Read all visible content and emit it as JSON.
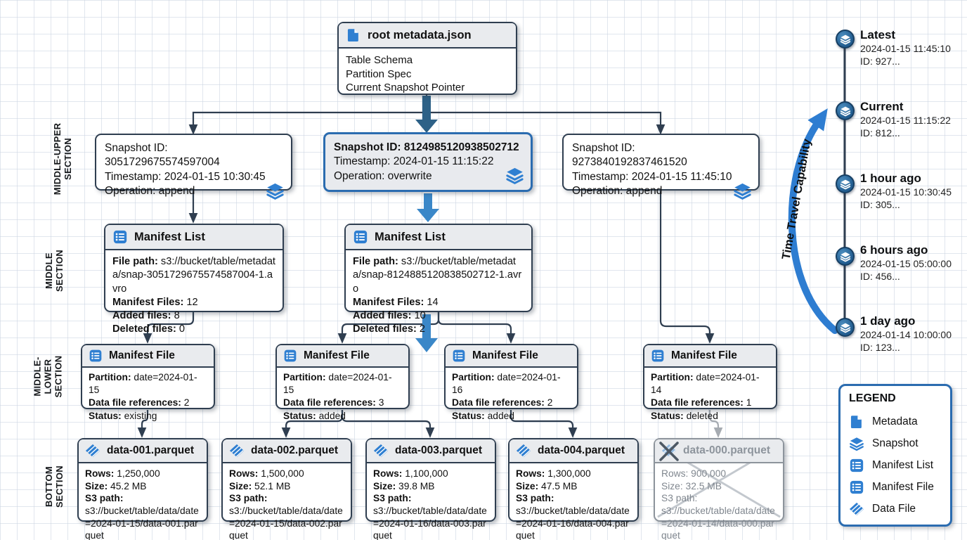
{
  "sections": [
    {
      "text": "MIDDLE-UPPER\nSECTION"
    },
    {
      "text": "MIDDLE\nSECTION"
    },
    {
      "text": "MIDDLE-\nLOWER\nSECTION"
    },
    {
      "text": "BOTTOM\nSECTION"
    }
  ],
  "root_metadata": {
    "title": "root metadata.json",
    "lines": [
      "Table Schema",
      "Partition Spec",
      "Current Snapshot Pointer"
    ]
  },
  "snapshots": [
    {
      "id": "Snapshot ID: 3051729675574597004",
      "timestamp": "Timestamp: 2024-01-15 10:30:45",
      "operation": "Operation: append"
    },
    {
      "id": "Snapshot ID: 8124985120938502712",
      "timestamp": "Timestamp: 2024-01-15 11:15:22",
      "operation": "Operation: overwrite"
    },
    {
      "id": "Snapshot ID: 9273840192837461520",
      "timestamp": "Timestamp: 2024-01-15 11:45:10",
      "operation": "Operation: append"
    }
  ],
  "manifest_lists": [
    {
      "title": "Manifest List",
      "file_path_label": "File path:",
      "file_path": " s3://bucket/table/metadata/snap-3051729675574587004-1.avro",
      "manifest_files_label": "Manifest Files:",
      "manifest_files": " 12",
      "added_label": "Added files:",
      "added": " 8",
      "deleted_label": "Deleted files:",
      "deleted": " 0"
    },
    {
      "title": "Manifest List",
      "file_path_label": "File path:",
      "file_path": " s3://bucket/table/metadata/snap-8124885120838502712-1.avro",
      "manifest_files_label": "Manifest Files:",
      "manifest_files": " 14",
      "added_label": "Added files:",
      "added": " 10",
      "deleted_label": "Deleted files:",
      "deleted": " 2"
    }
  ],
  "manifest_files": [
    {
      "title": "Manifest File",
      "partition_label": "Partition:",
      "partition": " date=2024-01-15",
      "refs_label": "Data file references:",
      "refs": " 2",
      "status_label": "Status:",
      "status": " existing"
    },
    {
      "title": "Manifest File",
      "partition_label": "Partition:",
      "partition": " date=2024-01-15",
      "refs_label": "Data file references:",
      "refs": " 3",
      "status_label": "Status:",
      "status": " added"
    },
    {
      "title": "Manifest File",
      "partition_label": "Partition:",
      "partition": " date=2024-01-16",
      "refs_label": "Data file references:",
      "refs": " 2",
      "status_label": "Status:",
      "status": " added"
    },
    {
      "title": "Manifest File",
      "partition_label": "Partition:",
      "partition": " date=2024-01-14",
      "refs_label": "Data file references:",
      "refs": " 1",
      "status_label": "Status:",
      "status": " deleted"
    }
  ],
  "data_files": [
    {
      "title": "data-001.parquet",
      "rows_label": "Rows:",
      "rows": " 1,250,000",
      "size_label": "Size:",
      "size": " 45.2 MB",
      "path_label": "S3 path:",
      "path": "s3://bucket/table/data/date=2024-01-15/data-001.parquet"
    },
    {
      "title": "data-002.parquet",
      "rows_label": "Rows:",
      "rows": " 1,500,000",
      "size_label": "Size:",
      "size": " 52.1 MB",
      "path_label": "S3 path:",
      "path": "s3://bucket/table/data/date=2024-01-15/data-002.parquet"
    },
    {
      "title": "data-003.parquet",
      "rows_label": "Rows:",
      "rows": " 1,100,000",
      "size_label": "Size:",
      "size": " 39.8 MB",
      "path_label": "S3 path:",
      "path": "s3://bucket/table/data/date=2024-01-16/data-003.parquet"
    },
    {
      "title": "data-004.parquet",
      "rows_label": "Rows:",
      "rows": " 1,300,000",
      "size_label": "Size:",
      "size": " 47.5 MB",
      "path_label": "S3 path:",
      "path": "s3://bucket/table/data/date=2024-01-16/data-004.parquet"
    },
    {
      "title": "data-000.parquet",
      "rows_label": "Rows:",
      "rows": " 900,000",
      "size_label": "Size:",
      "size": " 32.5 MB",
      "path_label": "S3 path:",
      "path": "s3://bucket/table/data/date=2024-01-14/data-000.parquet"
    }
  ],
  "timeline": {
    "arrow_label": "Time Travel Capability",
    "entries": [
      {
        "title": "Latest",
        "time": "2024-01-15 11:45:10",
        "id": "ID: 927..."
      },
      {
        "title": "Current",
        "time": "2024-01-15 11:15:22",
        "id": "ID: 812..."
      },
      {
        "title": "1 hour ago",
        "time": "2024-01-15 10:30:45",
        "id": "ID: 305..."
      },
      {
        "title": "6 hours ago",
        "time": "2024-01-15 05:00:00",
        "id": "ID: 456..."
      },
      {
        "title": "1 day ago",
        "time": "2024-01-14 10:00:00",
        "id": "ID: 123..."
      }
    ]
  },
  "legend": {
    "title": "LEGEND",
    "items": [
      {
        "icon": "metadata-icon",
        "label": "Metadata"
      },
      {
        "icon": "snapshot-icon",
        "label": "Snapshot"
      },
      {
        "icon": "manifest-list-icon",
        "label": "Manifest List"
      },
      {
        "icon": "manifest-file-icon",
        "label": "Manifest File"
      },
      {
        "icon": "data-file-icon",
        "label": "Data File"
      }
    ]
  },
  "colors": {
    "accent_blue": "#2f7fd1",
    "highlight_border": "#2b6cb0",
    "arrow_blue": "#3a87c8",
    "arrow_dark_blue": "#2d6187",
    "box_border": "#2f3e50",
    "deleted_gray": "#8d949c"
  }
}
